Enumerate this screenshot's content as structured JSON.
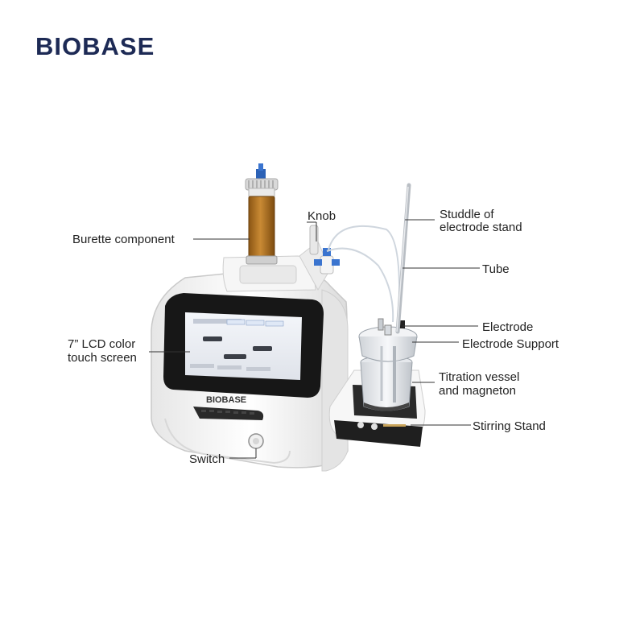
{
  "brand": {
    "logo_text": "BIOBASE",
    "device_badge": "BIOBASE"
  },
  "labels": {
    "burette": "Burette component",
    "knob": "Knob",
    "studdle_line1": "Studdle of",
    "studdle_line2": "electrode stand",
    "tube": "Tube",
    "lcd_line1": "7” LCD color",
    "lcd_line2": "touch screen",
    "electrode": "Electrode",
    "electrode_support": "Electrode Support",
    "titration_line1": "Titration vessel",
    "titration_line2": "and magneton",
    "stirring_stand": "Stirring Stand",
    "switch": "Switch"
  },
  "colors": {
    "brand": "#1d2a55",
    "reagent": "#b8782a",
    "screen_bezel": "#151515",
    "body": "#f2f2f2"
  }
}
